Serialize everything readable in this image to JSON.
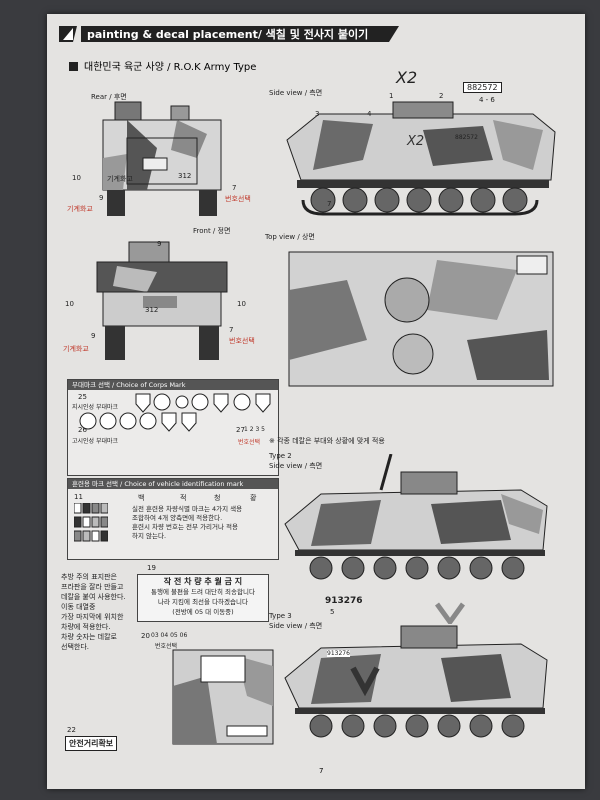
{
  "header": {
    "title": "painting & decal placement/ 색칠 및 전사지 붙이기"
  },
  "section": {
    "title": "대한민국 육군 사양 / R.O.K Army Type"
  },
  "views": {
    "rear": "Rear / 후면",
    "side": "Side view / 측면",
    "front": "Front / 정면",
    "top": "Top view / 상면"
  },
  "decal_text": {
    "x2": "X2",
    "serial": "882572",
    "serial_sub": "4 - 6",
    "serial_small": "882572",
    "n312": "312",
    "plate": "기계화고",
    "type3_serial": "913276"
  },
  "callouts": {
    "n1": "1",
    "n2": "2",
    "n3": "3",
    "n4": "4",
    "n5": "5",
    "n7": "7",
    "n9": "9",
    "n10": "10",
    "n11": "11",
    "n19": "19",
    "n20": "20",
    "n22": "22",
    "n25": "25",
    "n26": "26",
    "n27": "27",
    "num_plate_kr": "번호선택",
    "plate_kr": "기계화교"
  },
  "corps": {
    "title": "부대마크 선택 / Choice of Corps Mark",
    "row1": "지시인성 부대마크",
    "row2": "고시인성 부대마크",
    "numbers": "1 2 3 5",
    "numbers_kr": "번호선택"
  },
  "vid": {
    "title": "훈련용 마크 선택 / Choice of vehicle identification mark",
    "c1": "백",
    "c2": "적",
    "c3": "청",
    "c4": "황",
    "text1": "실전 훈련용 차량식별 마크는 4가지 색용",
    "text2": "조합하여 4개 양측면에 적용한다.",
    "text3": "훈련시 차량 번호는 전부 가리거나 적용",
    "text4": "하지 않는다."
  },
  "note_types": "※ 각종 데칼은 부대와 상황에 맞게 적용",
  "type2": {
    "label": "Type 2",
    "view": "Side view / 측면"
  },
  "type3": {
    "label": "Type 3",
    "view": "Side view / 측면"
  },
  "left_notes": [
    "추방 주의 표지판은",
    "프라판을 잘라 만들고",
    "데칼을 붙여 사용한다.",
    "이동 대열중",
    "가장 마지막에 위치한",
    "차량에 적용한다.",
    "차량 숫자는 데칼로",
    "선택한다."
  ],
  "sign": {
    "l1": "작 전 차 량 추 월 금 지",
    "l2": "통행에 불편을 드려 대단히 죄송합니다",
    "l3": "나라 지킴에 최선을 다하겠습니다",
    "l4": "(전방에    05 대 이동중)"
  },
  "digits": "03 04 05 06",
  "digits_kr": "번호선택",
  "bottom_sign": "안전거리확보",
  "page_number": "7"
}
